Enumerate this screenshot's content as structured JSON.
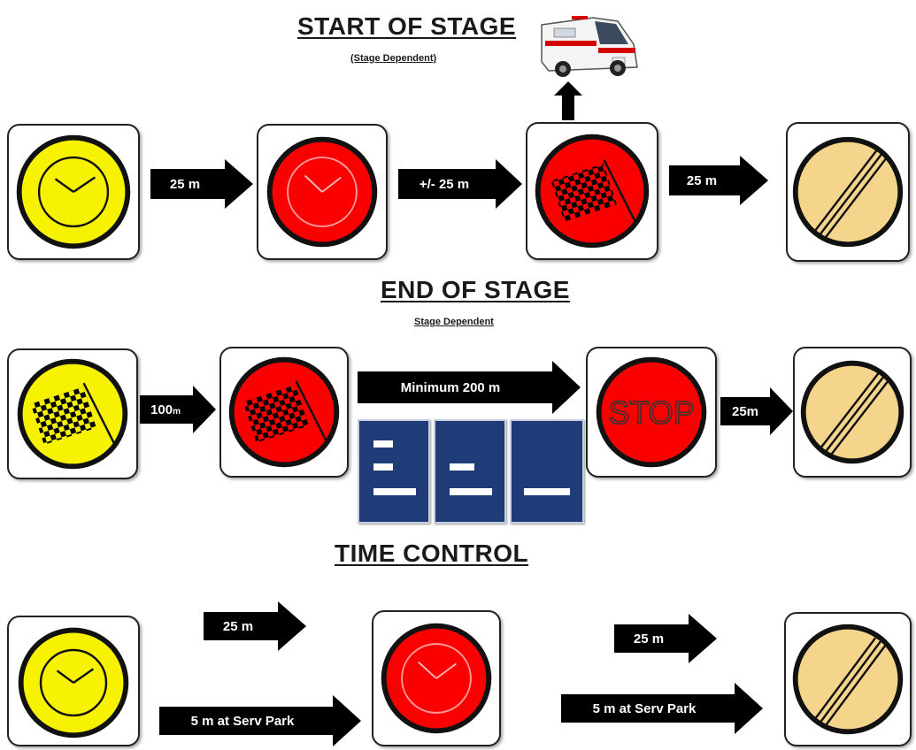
{
  "sections": {
    "start": {
      "title": "START OF STAGE",
      "subtitle": "(Stage Dependent)",
      "arrows": [
        "25 m",
        "+/- 25 m",
        "25 m"
      ]
    },
    "end": {
      "title": "END OF STAGE",
      "subtitle": "Stage Dependent",
      "arrows": [
        "100m",
        "Minimum 200 m",
        "25m"
      ],
      "arrow_100_main": "100",
      "arrow_100_unit": "m",
      "stop_label": "STOP"
    },
    "time_control": {
      "title": "TIME CONTROL",
      "arrows": [
        "25 m",
        "5 m at Serv Park",
        "25 m",
        "5 m at Serv Park"
      ]
    }
  },
  "icons": {
    "yellow_clock": "yellow-clock-sign",
    "red_clock": "red-clock-sign",
    "red_flag": "red-checkered-flag-sign",
    "yellow_flag": "yellow-checkered-flag-sign",
    "end_zone": "end-of-zone-sign",
    "stop": "stop-sign",
    "ambulance": "ambulance-icon",
    "boards": "finish-line-boards"
  },
  "colors": {
    "yellow": "#f7f200",
    "red": "#fa0000",
    "beige": "#f5d58c",
    "dark": "#111111",
    "panel_blue": "#1f3c78"
  }
}
